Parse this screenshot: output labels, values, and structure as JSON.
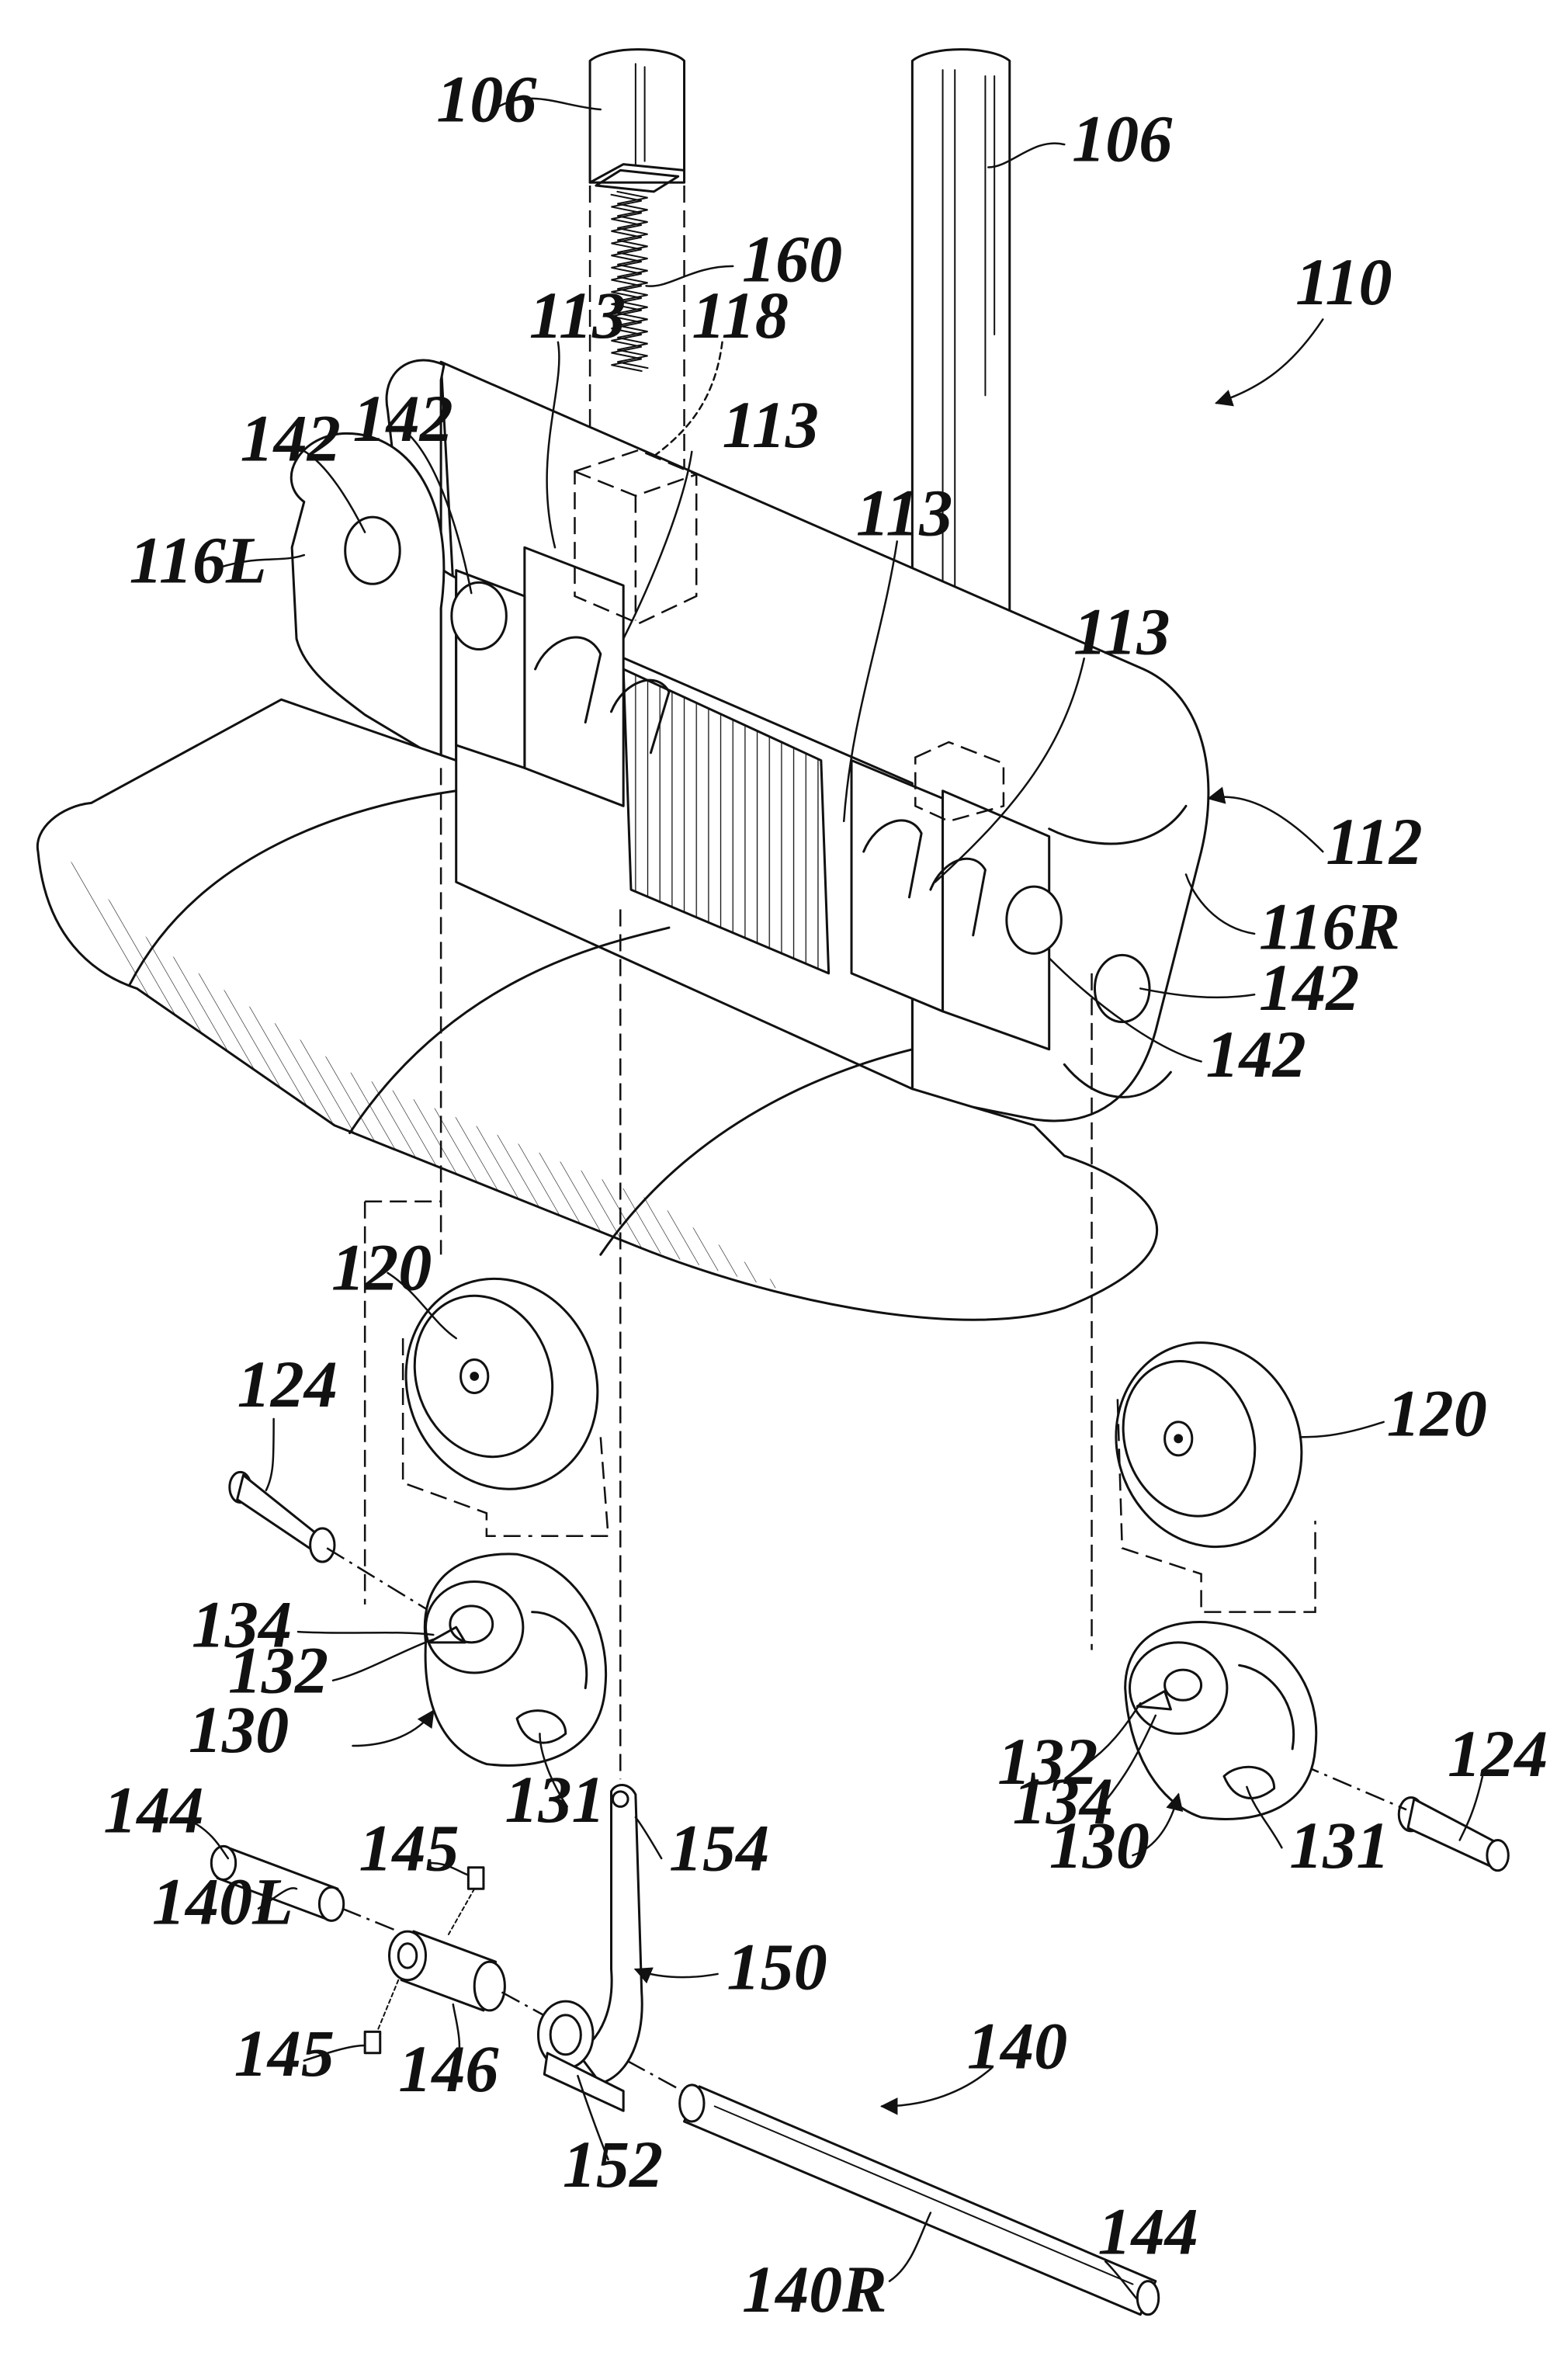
{
  "figure": {
    "refs": {
      "r106a": "106",
      "r106b": "106",
      "r160": "160",
      "r110": "110",
      "r113a": "113",
      "r118": "118",
      "r113b": "113",
      "r142a": "142",
      "r142b": "142",
      "r116L": "116L",
      "r113c": "113",
      "r113d": "113",
      "r112": "112",
      "r116R": "116R",
      "r142c": "142",
      "r142d": "142",
      "r120a": "120",
      "r120b": "120",
      "r124a": "124",
      "r124b": "124",
      "r134a": "134",
      "r132a": "132",
      "r130a": "130",
      "r131a": "131",
      "r132b": "132",
      "r134b": "134",
      "r130b": "130",
      "r131b": "131",
      "r144a": "144",
      "r145a": "145",
      "r154": "154",
      "r140L": "140L",
      "r150": "150",
      "r145b": "145",
      "r146": "146",
      "r140": "140",
      "r152": "152",
      "r144b": "144",
      "r140R": "140R"
    }
  }
}
